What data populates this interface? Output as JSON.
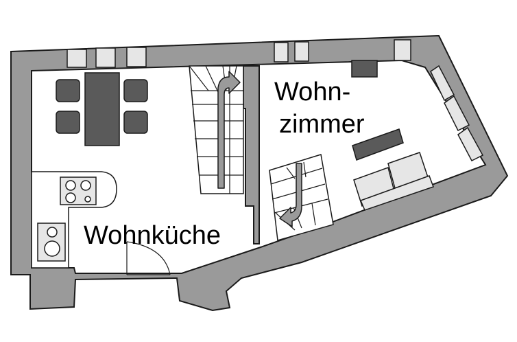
{
  "rooms": {
    "kitchen": {
      "label": "Wohnküche"
    },
    "living": {
      "line1": "Wohn-",
      "line2": "zimmer"
    }
  }
}
